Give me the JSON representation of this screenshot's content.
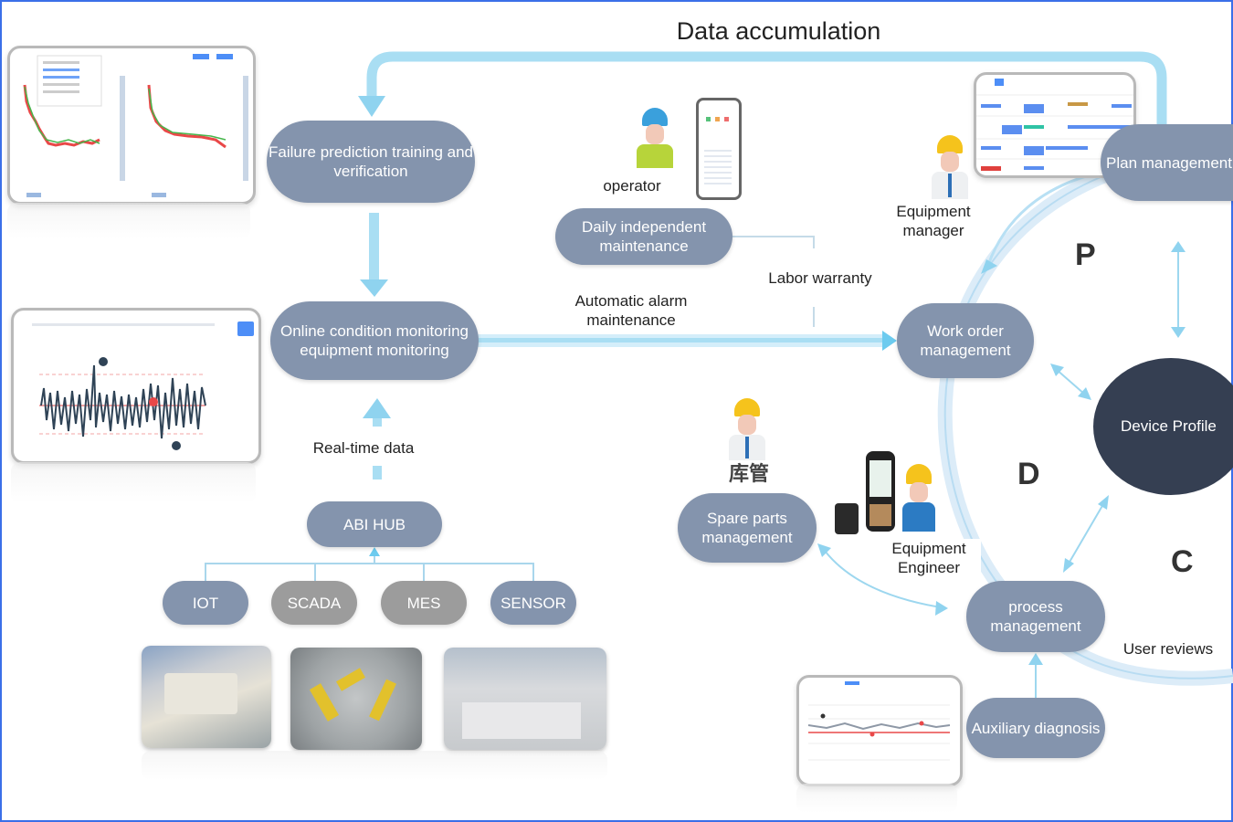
{
  "title": "Data accumulation",
  "nodes": {
    "failure_prediction": "Failure prediction training and verification",
    "online_monitoring": "Online condition monitoring equipment monitoring",
    "abi_hub": "ABI HUB",
    "iot": "IOT",
    "scada": "SCADA",
    "mes": "MES",
    "sensor": "SENSOR",
    "daily_maintenance": "Daily independent maintenance",
    "work_order": "Work order management",
    "plan_management": "Plan management",
    "device_profile": "Device Profile",
    "spare_parts": "Spare parts management",
    "process_management": "process management",
    "auxiliary_diagnosis": "Auxiliary diagnosis"
  },
  "labels": {
    "real_time_data": "Real-time data",
    "operator": "operator",
    "labor_warranty": "Labor warranty",
    "automatic_alarm": "Automatic alarm maintenance",
    "equipment_manager": "Equipment manager",
    "equipment_engineer": "Equipment Engineer",
    "warehouse_keeper": "库管",
    "user_reviews": "User reviews"
  },
  "cycle_letters": {
    "p": "P",
    "d": "D",
    "c": "C"
  },
  "colors": {
    "node": "#8494ad",
    "node_gray": "#9c9c9c",
    "device_profile": "#353f52",
    "arrow": "#8fd3ef",
    "border": "#3a6fe8"
  }
}
